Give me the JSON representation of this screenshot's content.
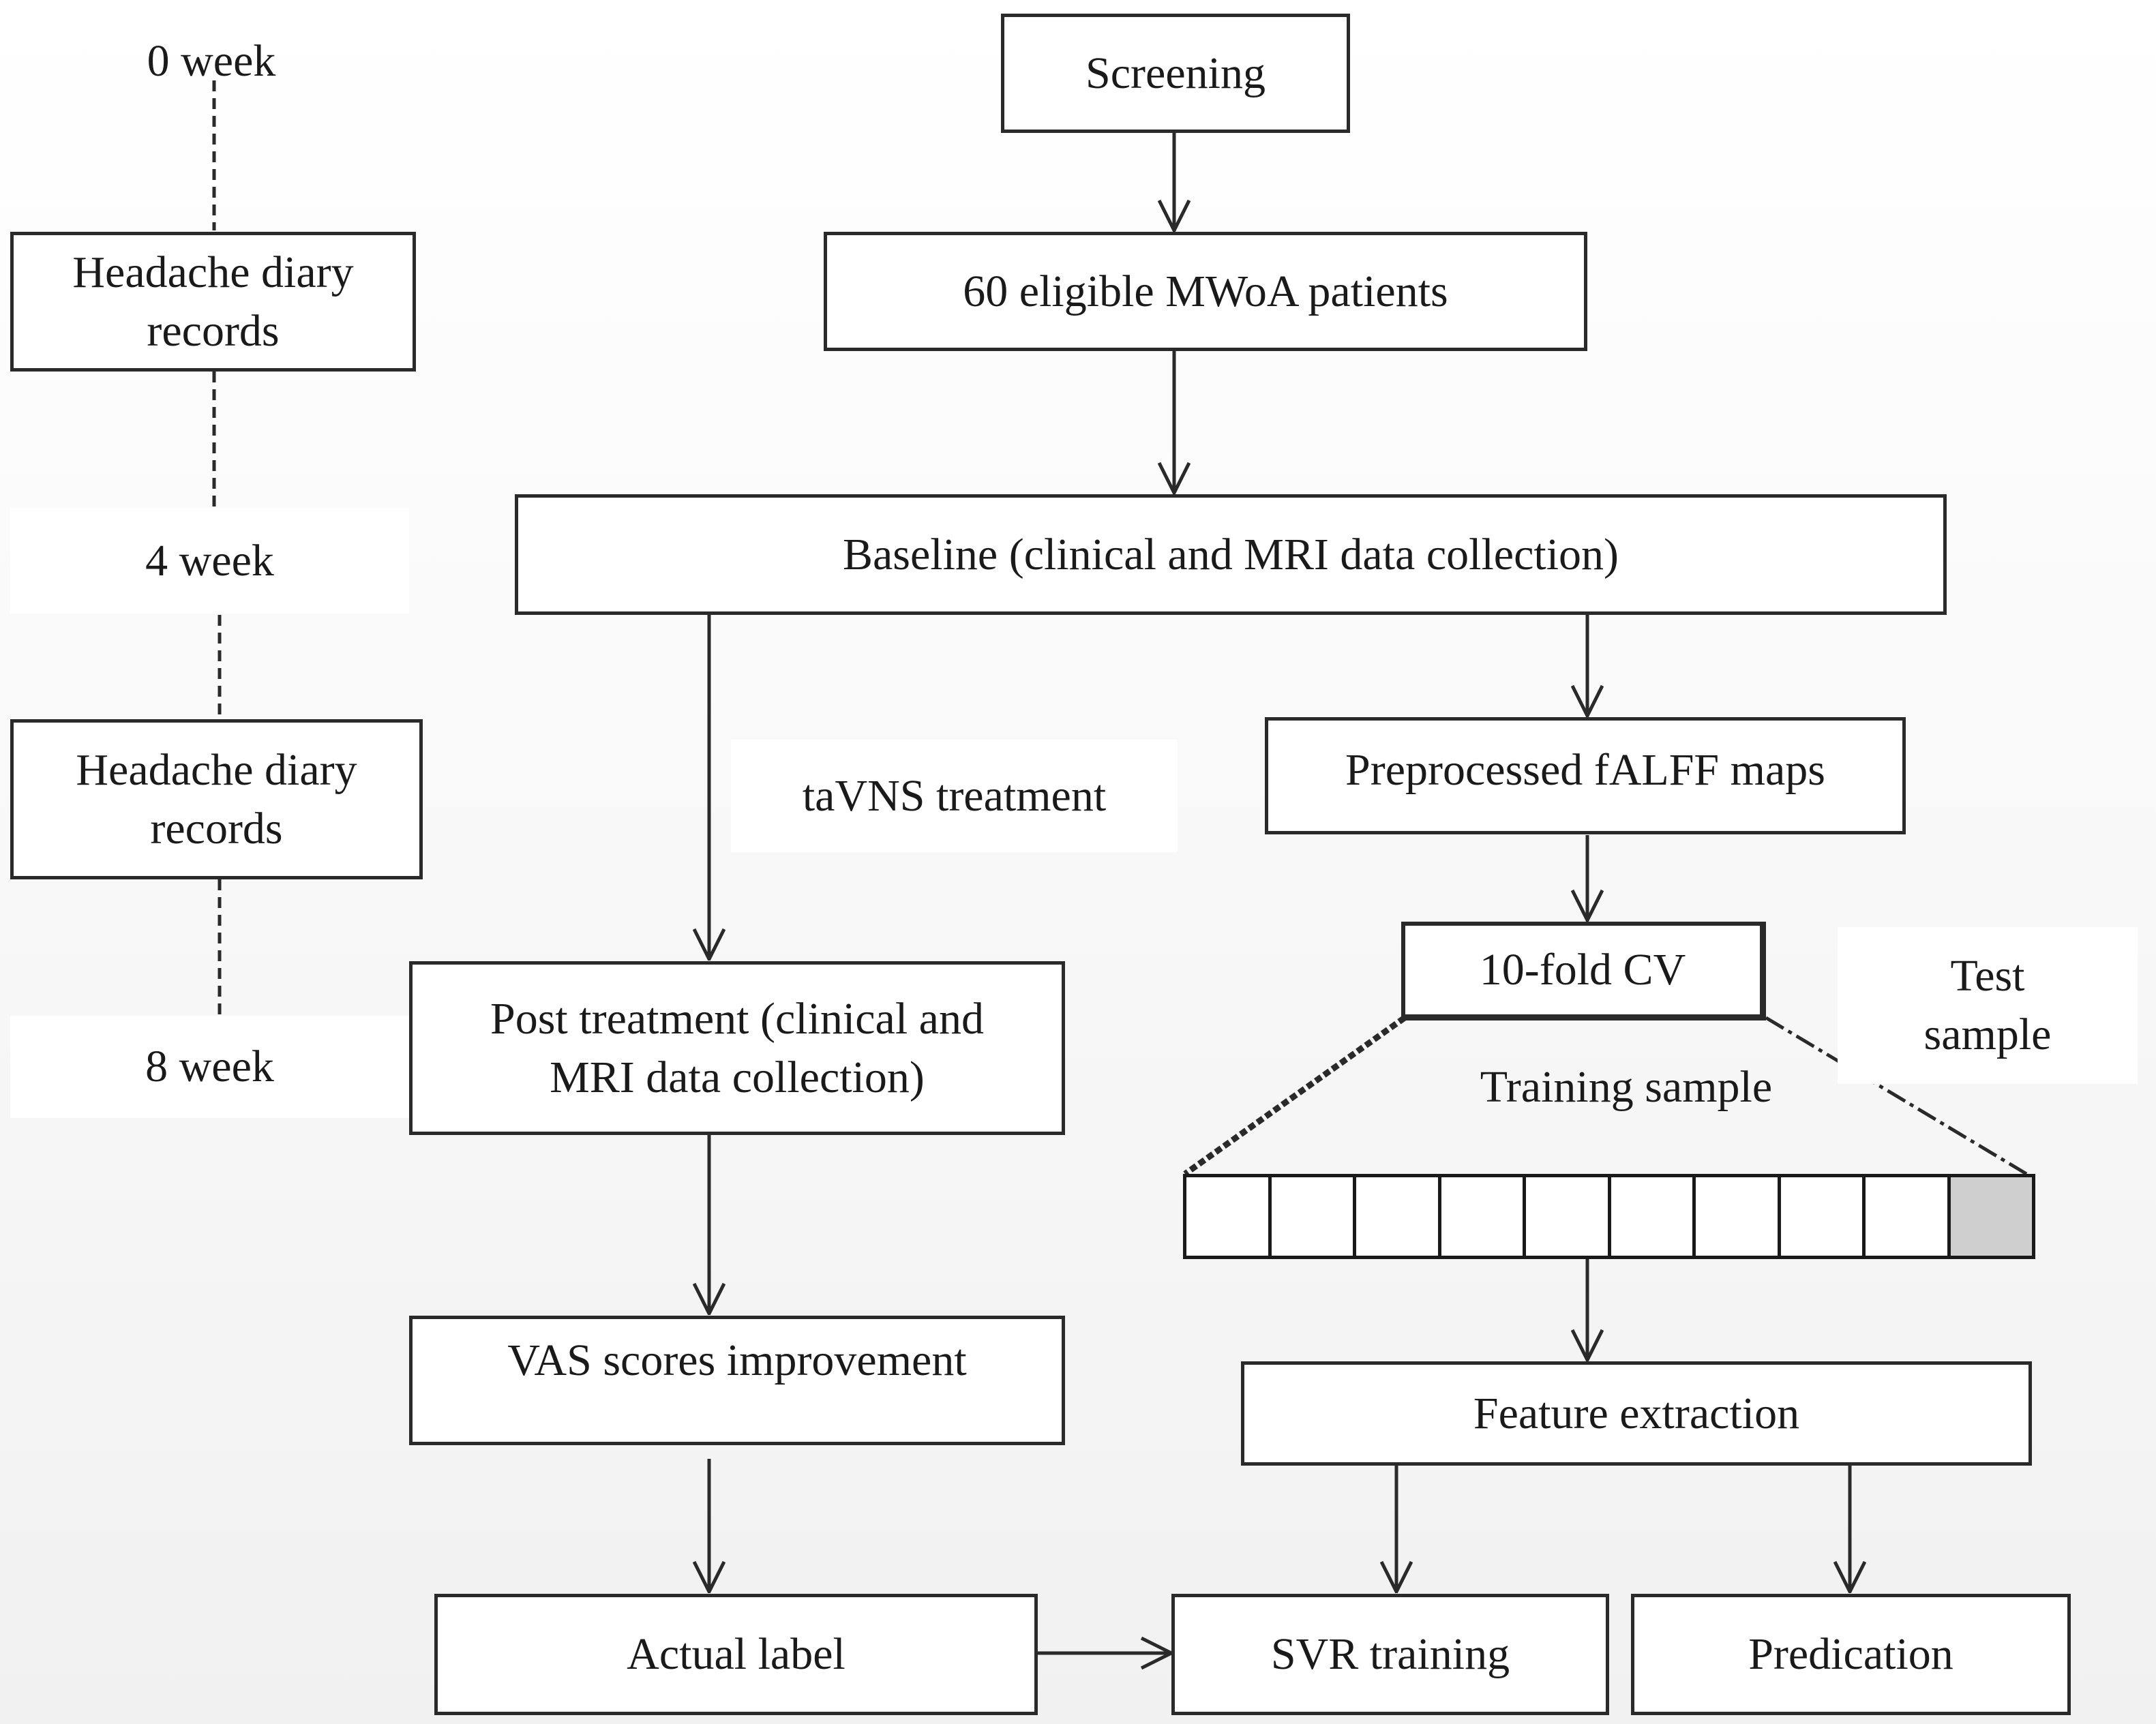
{
  "timeline": {
    "week_0": "0 week",
    "diary_1": [
      "Headache diary",
      "records"
    ],
    "week_4": "4 week",
    "diary_2": [
      "Headache diary",
      "records"
    ],
    "week_8": "8 week"
  },
  "flow": {
    "screening": "Screening",
    "eligible": "60 eligible MWoA patients",
    "baseline": "Baseline (clinical  and MRI data collection)",
    "treatment_label": "taVNS treatment",
    "post_treatment": [
      "Post treatment (clinical and",
      "MRI data collection)"
    ],
    "vas": "VAS scores improvement",
    "actual_label": "Actual label",
    "fALFF": "Preprocessed fALFF maps",
    "cv": "10-fold CV",
    "test_sample": [
      "Test",
      "sample"
    ],
    "training_sample": "Training sample",
    "feature_extraction": "Feature extraction",
    "svr_training": "SVR training",
    "prediction": "Predication"
  },
  "folds": {
    "count": 10,
    "test_index": 9
  }
}
